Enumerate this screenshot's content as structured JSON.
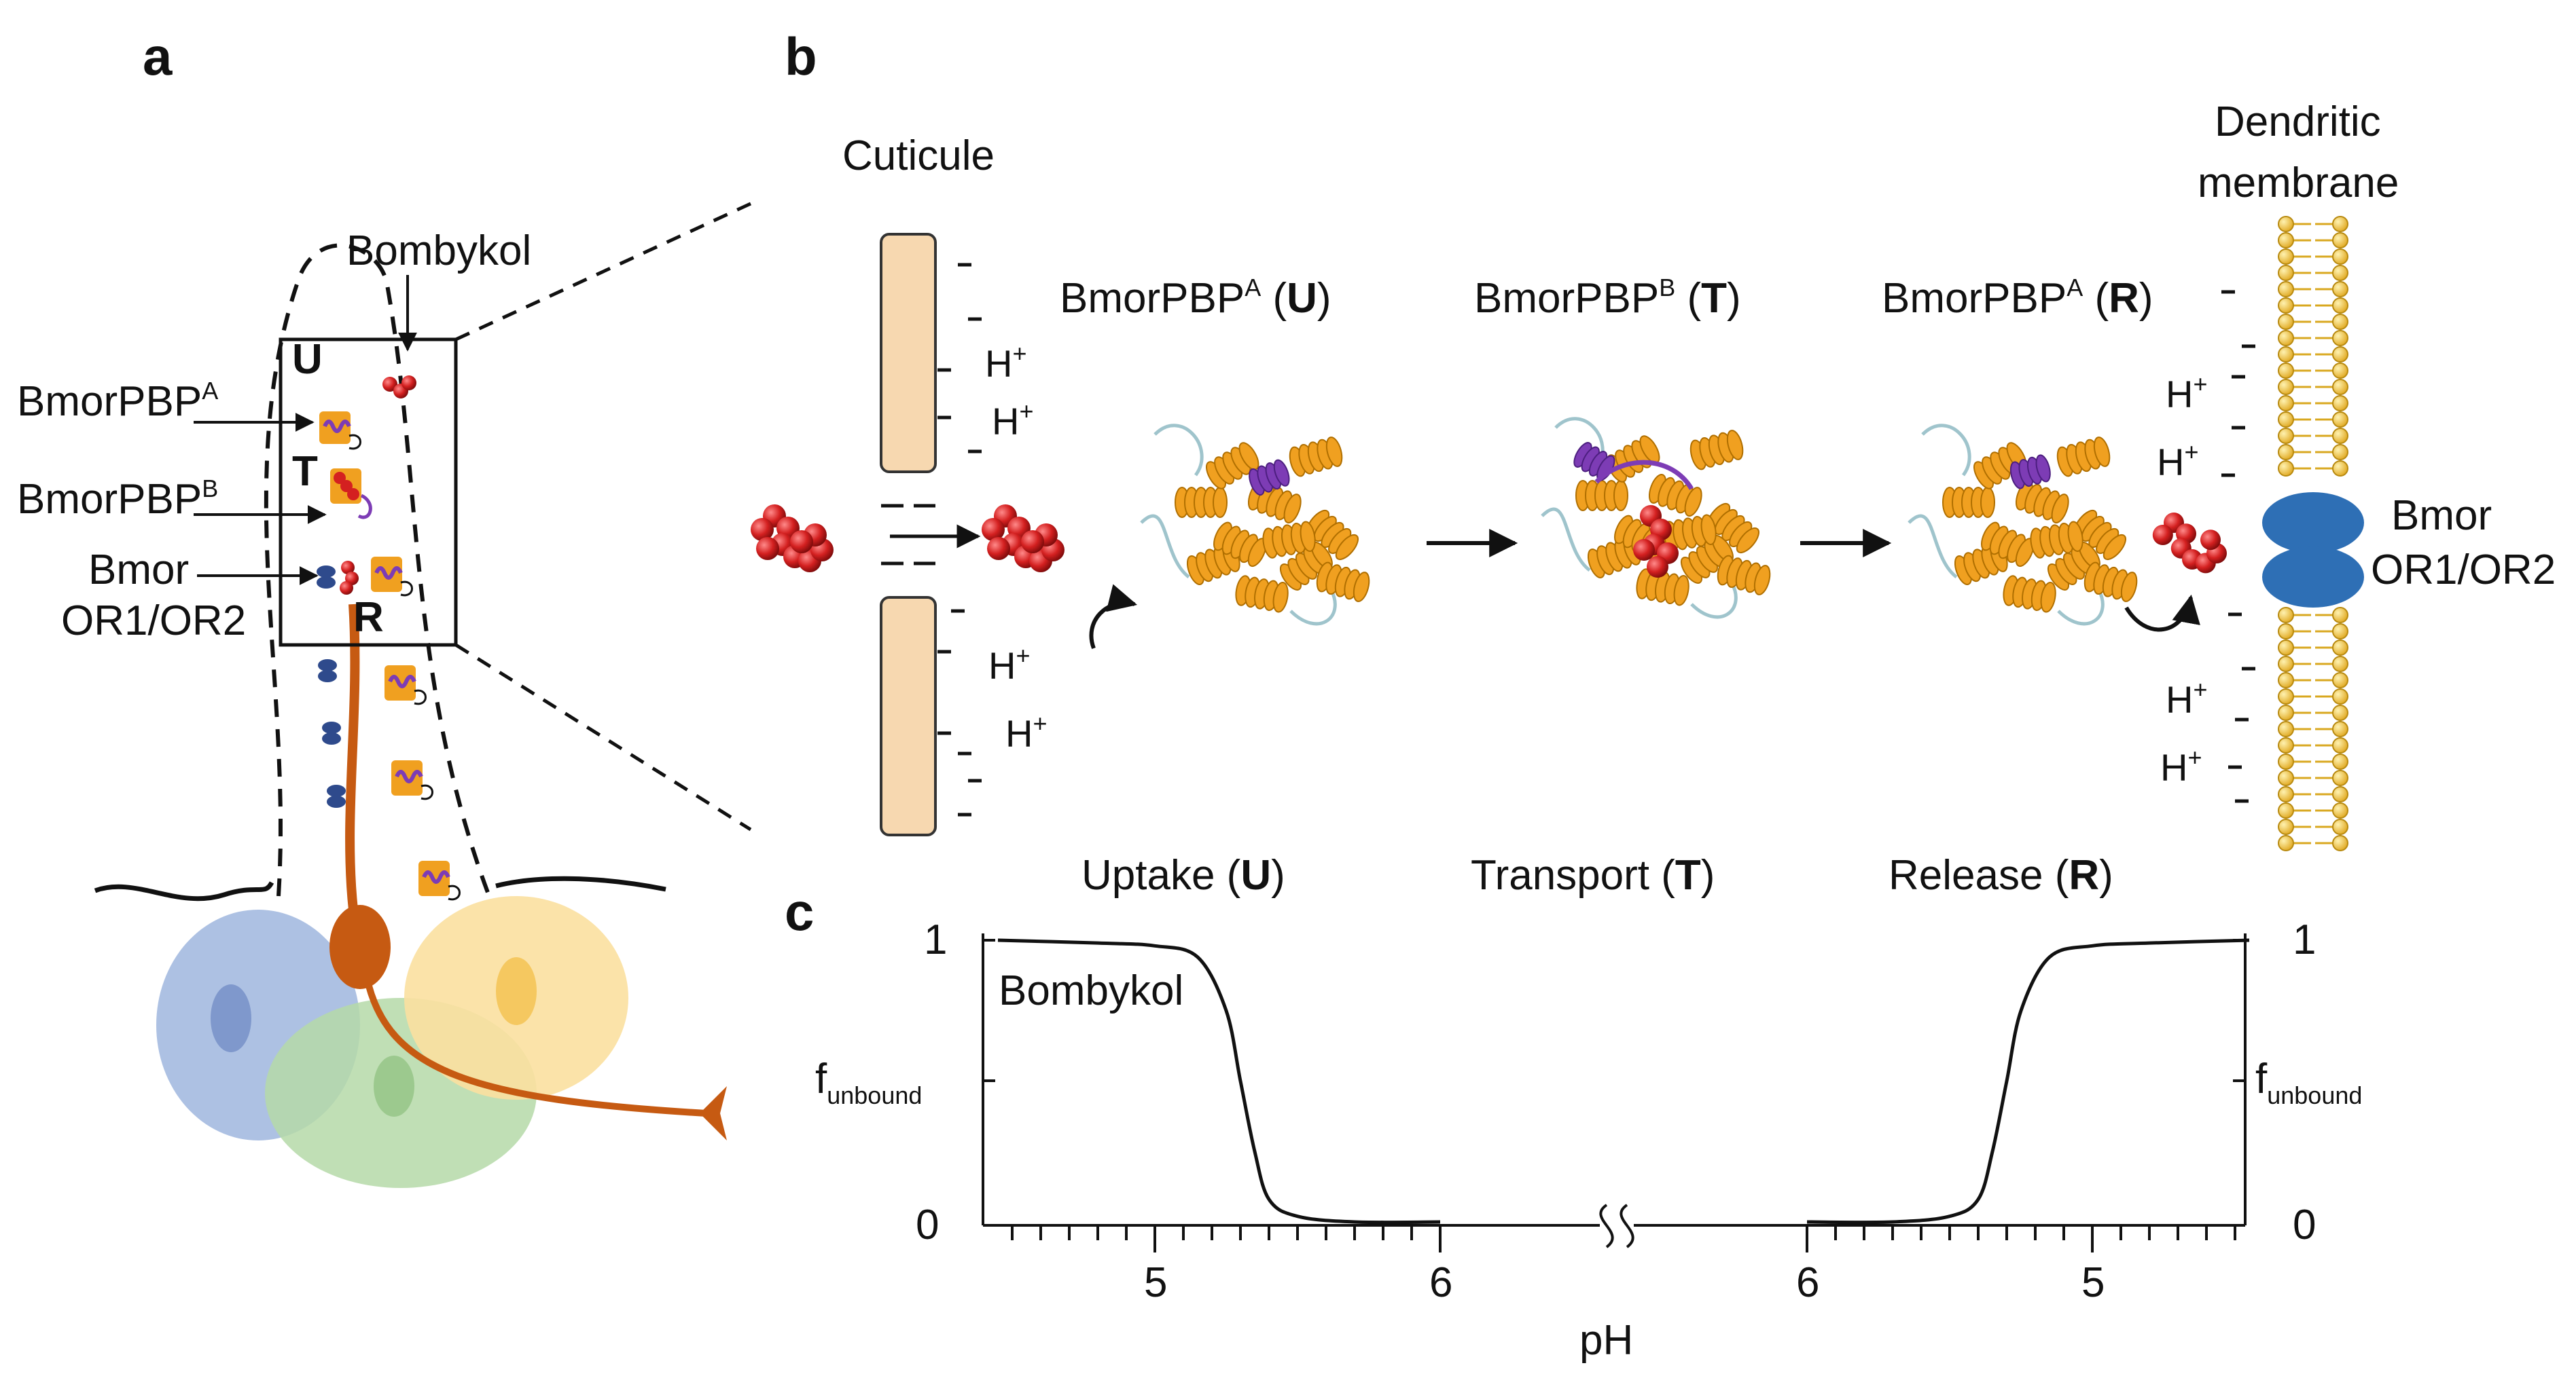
{
  "panels": {
    "a": "a",
    "b": "b",
    "c": "c"
  },
  "panel_a": {
    "bombykol": "Bombykol",
    "pbp_a": "BmorPBP",
    "pbp_a_sup": "A",
    "pbp_b": "BmorPBP",
    "pbp_b_sup": "B",
    "or_line1": "Bmor",
    "or_line2": "OR1/OR2",
    "u": "U",
    "t": "T",
    "r": "R"
  },
  "panel_b": {
    "cuticule": "Cuticule",
    "dendritic_line1": "Dendritic",
    "dendritic_line2": "membrane",
    "state_u": {
      "name": "BmorPBP",
      "sup": "A",
      "open": " (",
      "letter": "U",
      "close": ")"
    },
    "state_t": {
      "name": "BmorPBP",
      "sup": "B",
      "open": " (",
      "letter": "T",
      "close": ")"
    },
    "state_r": {
      "name": "BmorPBP",
      "sup": "A",
      "open": " (",
      "letter": "R",
      "close": ")"
    },
    "proton": "H",
    "proton_sup": "+",
    "receptor_line1": "Bmor",
    "receptor_line2": "OR1/OR2"
  },
  "panel_c": {
    "uptake": {
      "word": "Uptake (",
      "letter": "U",
      "close": ")"
    },
    "transport": {
      "word": "Transport (",
      "letter": "T",
      "close": ")"
    },
    "release": {
      "word": "Release (",
      "letter": "R",
      "close": ")"
    },
    "curve_label": "Bombykol",
    "ylabel": "f",
    "ylabel_sub": "unbound",
    "ytick_top": "1",
    "ytick_bottom": "0",
    "xlabel": "pH",
    "xticks_left": [
      "5",
      "6"
    ],
    "xticks_right": [
      "6",
      "5"
    ]
  },
  "colors": {
    "bombykol": "#d42020",
    "helix": "#f0a020",
    "inner_helix": "#7d3cb5",
    "coil": "#9fc4cc",
    "cuticle": "#f7d8b0",
    "receptor": "#2e6fb5",
    "neuron": "#c65a12",
    "lipid": "#f5c842"
  },
  "chart_data": {
    "type": "line",
    "title": "",
    "xlabel": "pH",
    "ylabel": "f unbound",
    "ylim": [
      0,
      1
    ],
    "segments": [
      {
        "name": "Bombykol",
        "x_axis": "descending-left",
        "x": [
          4.45,
          4.8,
          5.0,
          5.15,
          5.25,
          5.3,
          5.35,
          5.4,
          5.5,
          5.7,
          6.0
        ],
        "y": [
          1.0,
          0.99,
          0.98,
          0.94,
          0.75,
          0.5,
          0.25,
          0.08,
          0.02,
          0.0,
          0.0
        ]
      },
      {
        "x_axis": "ascending-right",
        "x": [
          6.0,
          5.7,
          5.5,
          5.4,
          5.35,
          5.3,
          5.25,
          5.15,
          5.0,
          4.8,
          4.45
        ],
        "y": [
          0.0,
          0.0,
          0.02,
          0.08,
          0.25,
          0.5,
          0.75,
          0.94,
          0.98,
          0.99,
          1.0
        ]
      }
    ],
    "grid": false
  }
}
